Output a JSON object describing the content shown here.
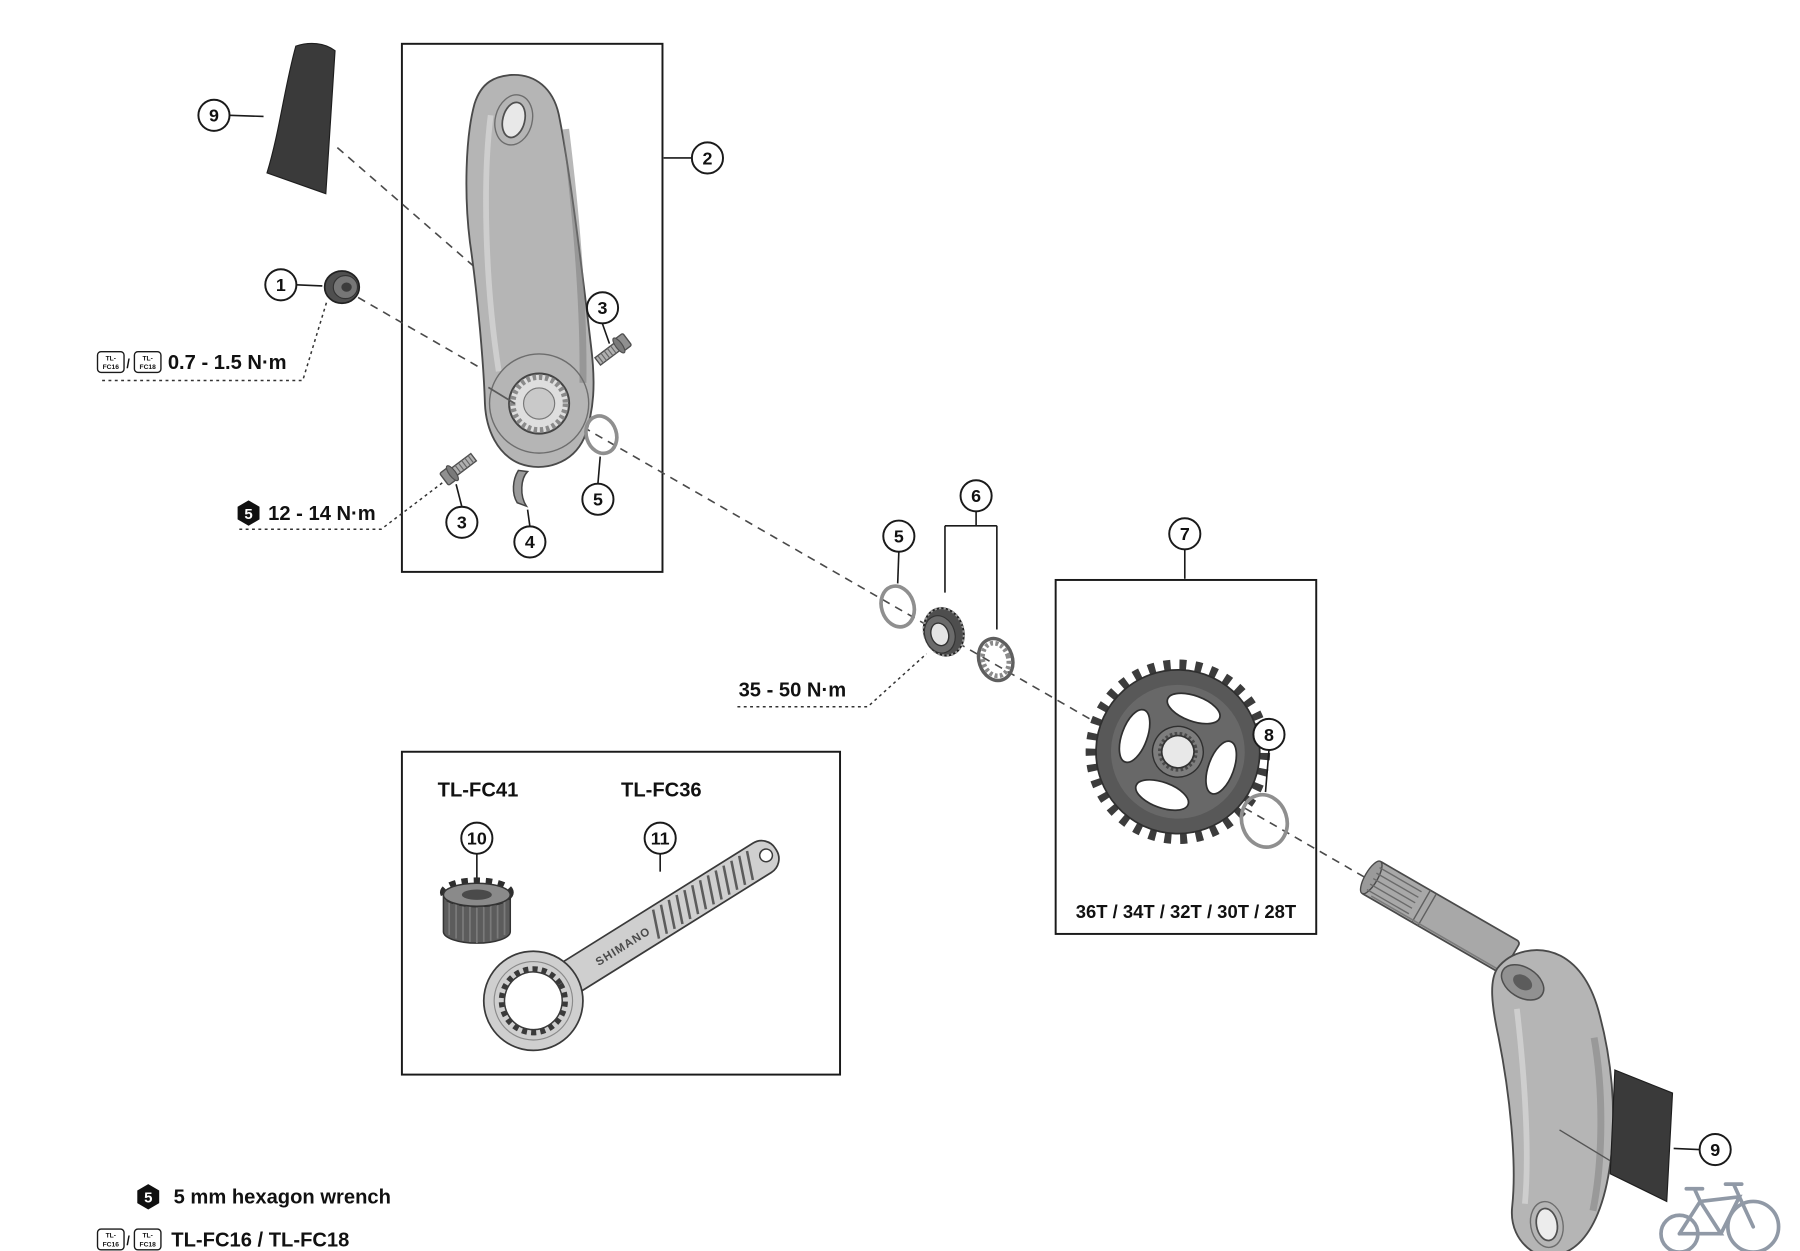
{
  "callouts": {
    "n1": "1",
    "n2": "2",
    "n3": "3",
    "n4": "4",
    "n5": "5",
    "n6": "6",
    "n7": "7",
    "n8": "8",
    "n9": "9",
    "n10": "10",
    "n11": "11"
  },
  "labels": {
    "torque_cap": "0.7 - 1.5 N·m",
    "torque_bolts": "12 - 14 N·m",
    "torque_lockring": "35 - 50 N·m",
    "hex_badge": "5",
    "chainring_sizes": "36T / 34T / 32T / 30T / 28T",
    "tool_lockring_name": "TL-FC41",
    "tool_wrench_name": "TL-FC36",
    "wrench_brand": "SHIMANO",
    "legend_hex": "5 mm hexagon wrench",
    "legend_tools": "TL-FC16 / TL-FC18",
    "icon_fc16_line1": "TL-",
    "icon_fc16_line2": "FC16",
    "icon_fc18_line1": "TL-",
    "icon_fc18_line2": "FC18",
    "icon_separator": "/"
  },
  "colors": {
    "part_dark": "#3a3a3a",
    "metal_gray": "#b5b5b5",
    "logo_gray": "#9099a6"
  }
}
